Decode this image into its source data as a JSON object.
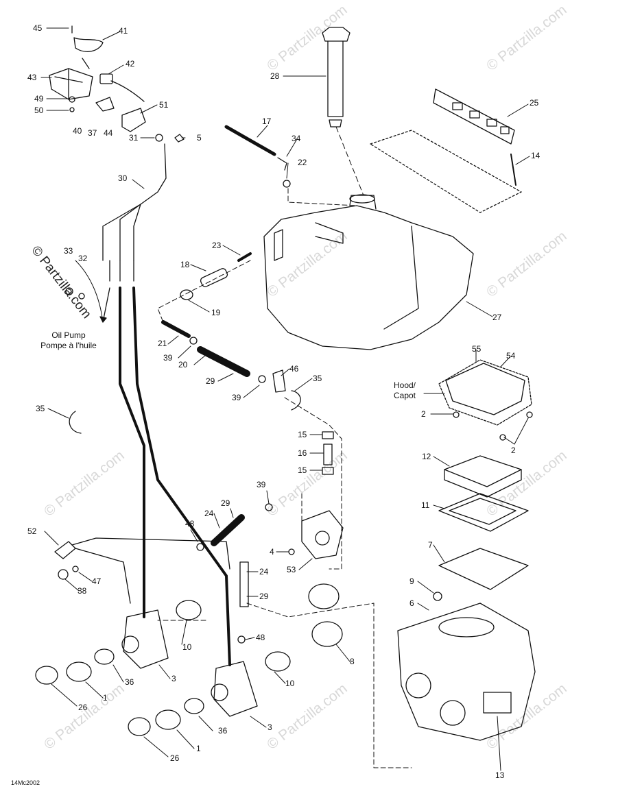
{
  "watermark": "© Partzilla.com",
  "diagram_code": "14Mc2002",
  "captions": {
    "oil_pump_en": "Oil Pump",
    "oil_pump_fr": "Pompe à l'huile",
    "hood_en": "Hood/",
    "hood_fr": "Capot"
  },
  "callouts": [
    {
      "id": "c45",
      "text": "45"
    },
    {
      "id": "c41",
      "text": "41"
    },
    {
      "id": "c42",
      "text": "42"
    },
    {
      "id": "c43",
      "text": "43"
    },
    {
      "id": "c49",
      "text": "49"
    },
    {
      "id": "c50",
      "text": "50"
    },
    {
      "id": "c40",
      "text": "40"
    },
    {
      "id": "c37",
      "text": "37"
    },
    {
      "id": "c44",
      "text": "44"
    },
    {
      "id": "c51",
      "text": "51"
    },
    {
      "id": "c31",
      "text": "31"
    },
    {
      "id": "c5",
      "text": "5"
    },
    {
      "id": "c30",
      "text": "30"
    },
    {
      "id": "c33",
      "text": "33"
    },
    {
      "id": "c32",
      "text": "32"
    },
    {
      "id": "c28",
      "text": "28"
    },
    {
      "id": "c25",
      "text": "25"
    },
    {
      "id": "c14",
      "text": "14"
    },
    {
      "id": "c17",
      "text": "17"
    },
    {
      "id": "c34",
      "text": "34"
    },
    {
      "id": "c22",
      "text": "22"
    },
    {
      "id": "c23",
      "text": "23"
    },
    {
      "id": "c18",
      "text": "18"
    },
    {
      "id": "c19",
      "text": "19"
    },
    {
      "id": "c27",
      "text": "27"
    },
    {
      "id": "c21",
      "text": "21"
    },
    {
      "id": "c39a",
      "text": "39"
    },
    {
      "id": "c20",
      "text": "20"
    },
    {
      "id": "c29a",
      "text": "29"
    },
    {
      "id": "c39b",
      "text": "39"
    },
    {
      "id": "c46",
      "text": "46"
    },
    {
      "id": "c35a",
      "text": "35"
    },
    {
      "id": "c35b",
      "text": "35"
    },
    {
      "id": "c55",
      "text": "55"
    },
    {
      "id": "c54",
      "text": "54"
    },
    {
      "id": "c2a",
      "text": "2"
    },
    {
      "id": "c2b",
      "text": "2"
    },
    {
      "id": "c15a",
      "text": "15"
    },
    {
      "id": "c16",
      "text": "16"
    },
    {
      "id": "c15b",
      "text": "15"
    },
    {
      "id": "c12",
      "text": "12"
    },
    {
      "id": "c11",
      "text": "11"
    },
    {
      "id": "c7",
      "text": "7"
    },
    {
      "id": "c9",
      "text": "9"
    },
    {
      "id": "c6",
      "text": "6"
    },
    {
      "id": "c39c",
      "text": "39"
    },
    {
      "id": "c29b",
      "text": "29"
    },
    {
      "id": "c24a",
      "text": "24"
    },
    {
      "id": "c48a",
      "text": "48"
    },
    {
      "id": "c52",
      "text": "52"
    },
    {
      "id": "c47",
      "text": "47"
    },
    {
      "id": "c38",
      "text": "38"
    },
    {
      "id": "c4",
      "text": "4"
    },
    {
      "id": "c53",
      "text": "53"
    },
    {
      "id": "c24b",
      "text": "24"
    },
    {
      "id": "c29c",
      "text": "29"
    },
    {
      "id": "c48b",
      "text": "48"
    },
    {
      "id": "c8",
      "text": "8"
    },
    {
      "id": "c10a",
      "text": "10"
    },
    {
      "id": "c10b",
      "text": "10"
    },
    {
      "id": "c3a",
      "text": "3"
    },
    {
      "id": "c3b",
      "text": "3"
    },
    {
      "id": "c36a",
      "text": "36"
    },
    {
      "id": "c36b",
      "text": "36"
    },
    {
      "id": "c1a",
      "text": "1"
    },
    {
      "id": "c1b",
      "text": "1"
    },
    {
      "id": "c26a",
      "text": "26"
    },
    {
      "id": "c26b",
      "text": "26"
    },
    {
      "id": "c13",
      "text": "13"
    }
  ],
  "colors": {
    "ink": "#111111",
    "watermark": "#d8d8d8"
  }
}
